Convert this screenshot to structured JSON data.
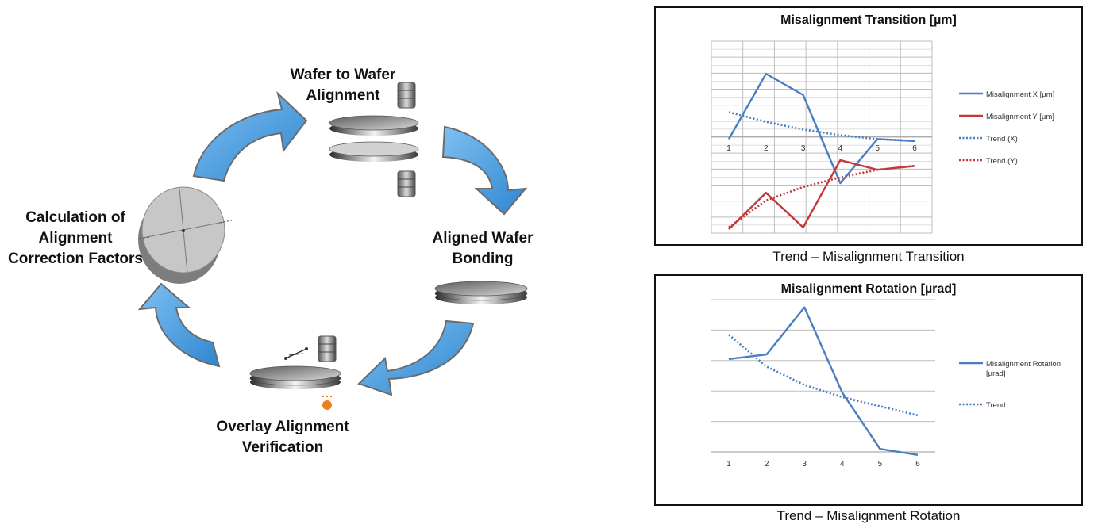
{
  "diagram": {
    "stage_wafer_alignment": "Wafer to Wafer\nAlignment",
    "stage_bonding": "Aligned Wafer\nBonding",
    "stage_overlay": "Overlay Alignment\nVerification",
    "stage_calculation": "Calculation of\nAlignment\nCorrection Factors"
  },
  "panels": {
    "transition_caption": "Trend – Misalignment Transition",
    "rotation_caption": "Trend – Misalignment Rotation"
  },
  "colors": {
    "arrow": "#4f9fe0",
    "blue_series": "#4a7ec2",
    "red_series": "#c0393b",
    "accent": "#e8821e"
  },
  "chart_data": [
    {
      "type": "line",
      "title": "Misalignment Transition [µm]",
      "categories": [
        "1",
        "2",
        "3",
        "4",
        "5",
        "6"
      ],
      "ylim": [
        0,
        10
      ],
      "grid": true,
      "legend": "right",
      "series": [
        {
          "name": "Misalignment X [µm]",
          "style": "solid",
          "color": "#4a7ec2",
          "values": [
            4.9,
            8.3,
            7.2,
            2.6,
            4.9,
            4.8
          ]
        },
        {
          "name": "Misalignment Y [µm]",
          "style": "solid",
          "color": "#c0393b",
          "values": [
            0.2,
            2.1,
            0.3,
            3.8,
            3.3,
            3.5
          ]
        },
        {
          "name": "Trend (X)",
          "style": "dotted",
          "color": "#4a7ec2",
          "values": [
            6.3,
            5.8,
            5.4,
            5.1,
            4.9,
            4.8
          ]
        },
        {
          "name": "Trend (Y)",
          "style": "dotted",
          "color": "#c0393b",
          "values": [
            0.3,
            1.7,
            2.4,
            2.9,
            3.3,
            3.5
          ]
        }
      ]
    },
    {
      "type": "line",
      "title": "Misalignment Rotation [µrad]",
      "categories": [
        "1",
        "2",
        "3",
        "4",
        "5",
        "6"
      ],
      "ylim": [
        0,
        10
      ],
      "grid": true,
      "legend": "right",
      "series": [
        {
          "name": "Misalignment Rotation [µrad]",
          "style": "solid",
          "color": "#4a7ec2",
          "values": [
            6.1,
            6.4,
            9.5,
            3.9,
            0.2,
            -0.2
          ]
        },
        {
          "name": "Trend",
          "style": "dotted",
          "color": "#4a7ec2",
          "values": [
            7.7,
            5.6,
            4.4,
            3.6,
            3.0,
            2.4
          ]
        }
      ]
    }
  ]
}
